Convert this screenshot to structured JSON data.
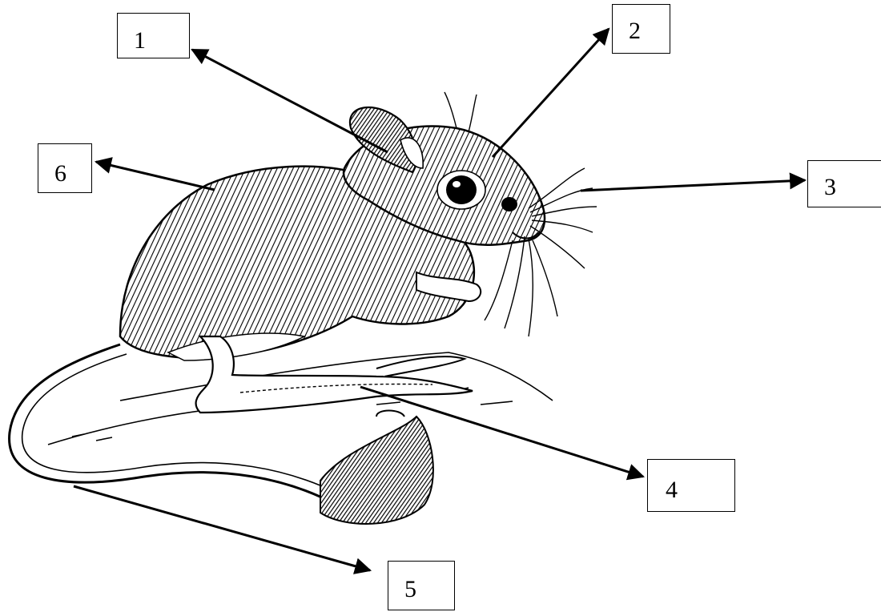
{
  "labels": {
    "box1": "1",
    "box2": "2",
    "box3": "3",
    "box4": "4",
    "box5": "5",
    "box6": "6"
  }
}
